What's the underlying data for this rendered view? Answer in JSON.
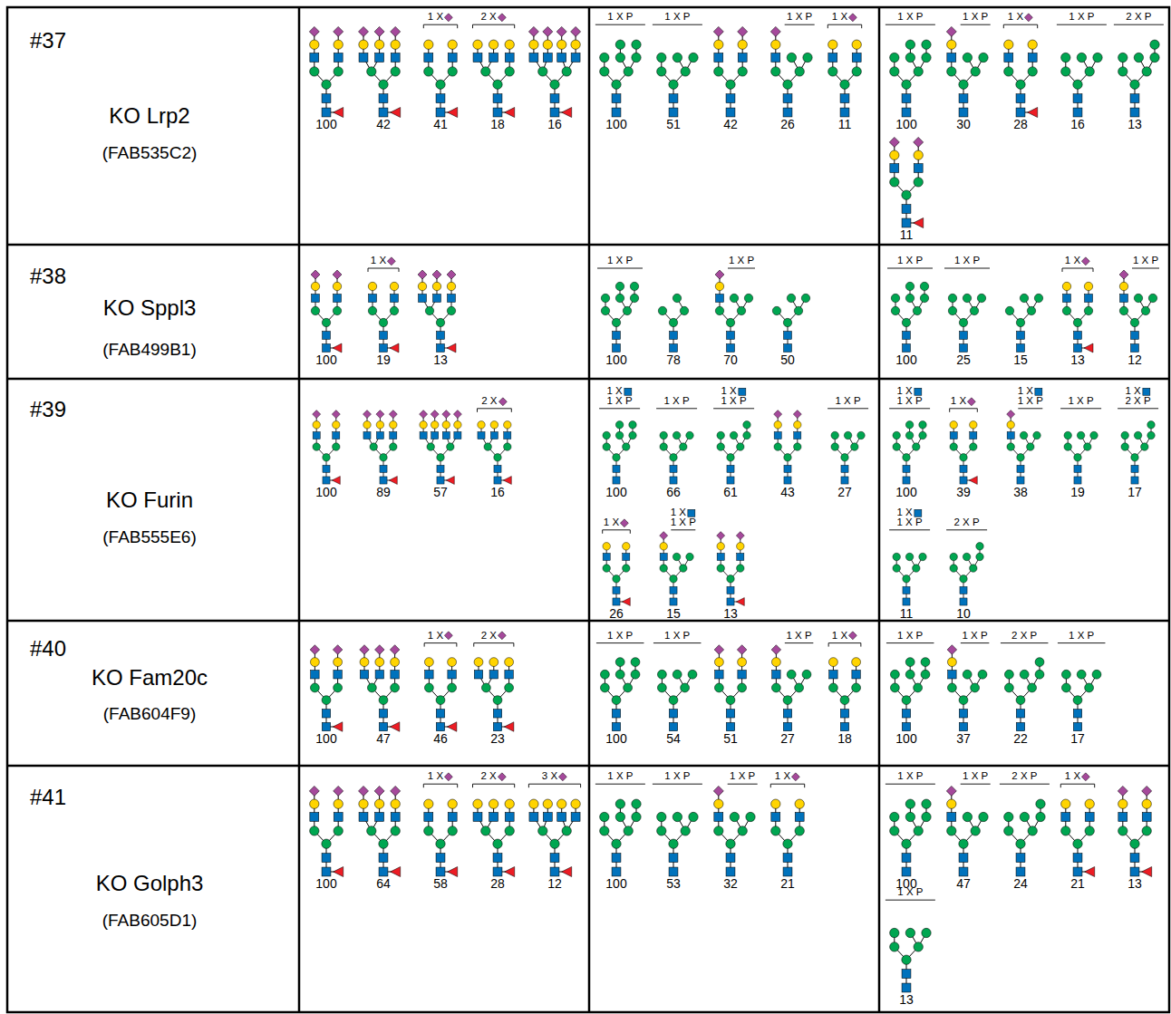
{
  "diagram": {
    "nodes": [
      {
        "text": [
          "#37",
          "KO Lrp2",
          "(FAB535C2)"
        ]
      },
      {
        "text": [
          "#38",
          "KO Sppl3",
          "(FAB499B1)"
        ]
      },
      {
        "text": [
          "#39",
          "KO Furin",
          "(FAB555E6)"
        ]
      },
      {
        "text": [
          "#40",
          "KO Fam20c",
          "(FAB604F9)"
        ]
      },
      {
        "text": [
          "#41",
          "KO Golph3",
          "(FAB605D1)"
        ]
      }
    ],
    "labels": [
      "100",
      "42",
      "1 X",
      "41",
      "2 X",
      "18",
      "16",
      "1 X P",
      "100",
      "1 X P",
      "51",
      "42",
      "1 X P",
      "26",
      "1 X",
      "11",
      "1 X P",
      "100",
      "1 X P",
      "30",
      "1 X",
      "28",
      "1 X P",
      "16",
      "2 X P",
      "13",
      "11",
      "100",
      "1 X",
      "19",
      "13",
      "1 X P",
      "100",
      "78",
      "1 X P",
      "70",
      "50",
      "1 X P",
      "100",
      "1 X P",
      "25",
      "15",
      "1 X",
      "13",
      "1 X P",
      "12",
      "100",
      "89",
      "57",
      "2 X",
      "16",
      "1 X",
      "1 X P",
      "100",
      "1 X P",
      "66",
      "1 X",
      "1 X P",
      "61",
      "43",
      "1 X P",
      "27",
      "1 X",
      "26",
      "1 X",
      "1 X P",
      "15",
      "13",
      "1 X",
      "1 X P",
      "100",
      "1 X",
      "39",
      "1 X",
      "1 X P",
      "38",
      "1 X P",
      "19",
      "1 X",
      "2 X P",
      "17",
      "1 X",
      "1 X P",
      "11",
      "2 X P",
      "10",
      "100",
      "47",
      "1 X",
      "46",
      "2 X",
      "23",
      "1 X P",
      "100",
      "1 X P",
      "54",
      "51",
      "1 X P",
      "27",
      "1 X",
      "18",
      "1 X P",
      "100",
      "1 X P",
      "37",
      "2 X P",
      "22",
      "1 X P",
      "17",
      "100",
      "64",
      "1 X",
      "58",
      "2 X",
      "28",
      "3 X",
      "12",
      "1 X P",
      "100",
      "1 X P",
      "53",
      "1 X P",
      "32",
      "1 X",
      "21",
      "1 X P",
      "100",
      "1 X P",
      "47",
      "2 X P",
      "24",
      "1 X",
      "21",
      "13",
      "1 X P",
      "13"
    ]
  }
}
